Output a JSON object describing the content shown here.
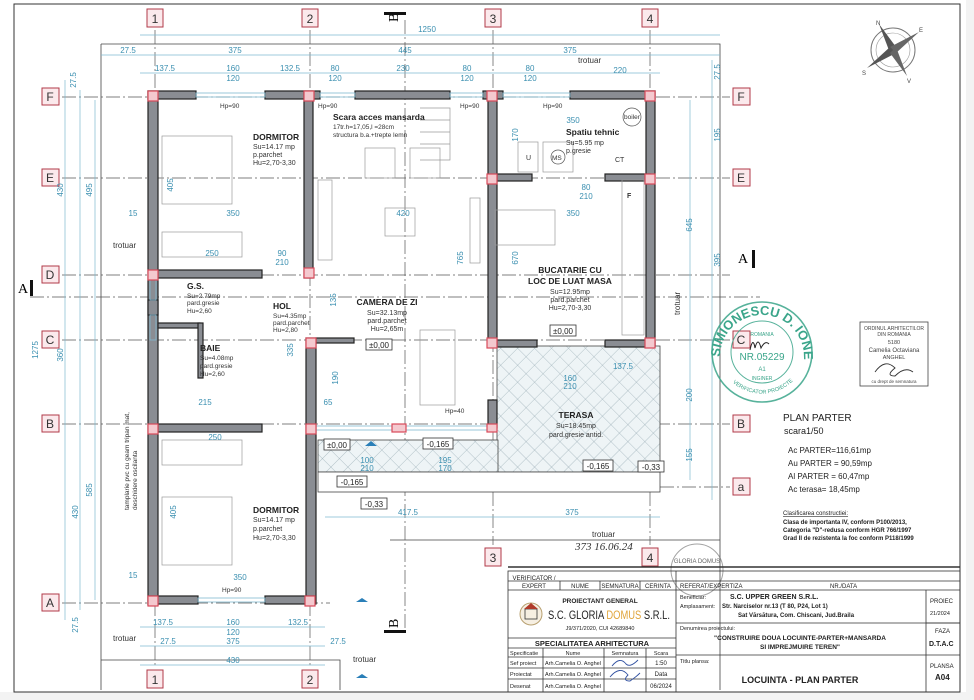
{
  "grid_axes": {
    "vertical": [
      "1",
      "2",
      "3",
      "4"
    ],
    "horizontal": [
      "F",
      "E",
      "D",
      "C",
      "B",
      "a",
      "A"
    ]
  },
  "section_marks": {
    "a": "A",
    "b": "B"
  },
  "rooms": [
    {
      "name": "DORMITOR",
      "l1": "Su=14.17 mp",
      "l2": "p.parchet",
      "l3": "Hu=2,70-3,30"
    },
    {
      "name": "Scara acces mansarda",
      "l1": "17tr.h=17,05,l =28cm",
      "l2": "structura b.a.+trepte lemn",
      "l3": ""
    },
    {
      "name": "Spatiu tehnic",
      "l1": "Su=5.95 mp",
      "l2": "p.gresie",
      "l3": ""
    },
    {
      "name": "BUCATARIE CU",
      "name2": "LOC DE LUAT MASA",
      "l1": "Su=12.95mp",
      "l2": "pard.parchet",
      "l3": "Hu=2,70-3,30"
    },
    {
      "name": "CAMERA DE ZI",
      "l1": "Su=32.13mp",
      "l2": "pard.parchet",
      "l3": "Hu=2,65m"
    },
    {
      "name": "G.S.",
      "l1": "Su=2.79mp",
      "l2": "pard.gresie",
      "l3": "Hu=2,60"
    },
    {
      "name": "HOL",
      "l1": "Su=4.35mp",
      "l2": "pard.parchet",
      "l3": "Hu=2,80"
    },
    {
      "name": "BAIE",
      "l1": "Su=4.08mp",
      "l2": "pard.gresie",
      "l3": "Hu=2,60"
    },
    {
      "name": "TERASA",
      "l1": "Su=18.45mp",
      "l2": "pard.gresie antid.",
      "l3": ""
    },
    {
      "name": "DORMITOR",
      "l1": "Su=14.17 mp",
      "l2": "p.parchet",
      "l3": "Hu=2,70-3,30"
    }
  ],
  "dims": [
    "1250",
    "27.5",
    "375",
    "445",
    "375",
    "137.5",
    "160",
    "120",
    "132.5",
    "80",
    "120",
    "230",
    "80",
    "120",
    "80",
    "120",
    "220",
    "27.5",
    "430",
    "495",
    "1275",
    "360",
    "430",
    "585",
    "27.5",
    "27.5",
    "195",
    "645",
    "395",
    "200",
    "155",
    "350",
    "405",
    "250",
    "90",
    "210",
    "350",
    "405",
    "250",
    "215",
    "420",
    "765",
    "350",
    "350",
    "80",
    "210",
    "170",
    "670",
    "417.5",
    "375",
    "137.5",
    "160",
    "120",
    "132.5",
    "27.5",
    "375",
    "27.5",
    "430",
    "135",
    "335",
    "190",
    "65",
    "100",
    "210",
    "195",
    "170",
    "160",
    "210",
    "137.5",
    "15",
    "15"
  ],
  "levels": [
    "±0,00",
    "±0,00",
    "±0,00",
    "-0,165",
    "-0,165",
    "-0,165",
    "-0,33",
    "-0,33"
  ],
  "labels": {
    "trotuar": "trotuar",
    "hp90": "Hp=90",
    "hp40": "Hp=40",
    "boiler": "boiler",
    "u": "U",
    "ms": "MS",
    "ct": "CT",
    "f": "F"
  },
  "window_note": {
    "line1": "tamplarie pvc cu geam tripan mat,",
    "line2": "deschidere oscilanta"
  },
  "plan_info": {
    "title": "PLAN PARTER",
    "scale": "scara1/50",
    "areas": [
      "Ac PARTER=116,61mp",
      "Au PARTER = 90,59mp",
      "Al PARTER = 60,47mp",
      "Ac terasa= 18,45mp"
    ]
  },
  "classification": {
    "heading": "Clasificarea constructiei:",
    "lines": [
      "Clasa de importanta IV, conform P100/2013,",
      "Categoria \"D\"-redusa conform HGR 766/1997",
      "Grad II de rezistenta la foc conform P118/1999"
    ]
  },
  "title_block": {
    "verificator": "VERIFICATOR /",
    "expert": "EXPERT",
    "nume": "NUME",
    "semnatura": "SEMNATURA",
    "cerinta": "CERINTA",
    "referat": "REFERAT/EXPERTIZA",
    "nr_data": "NR./DATA",
    "proiectant_label": "PROIECTANT GENERAL",
    "company_a": "S.C. GLORIA ",
    "company_b": "DOMUS",
    "company_c": " S.R.L.",
    "company_reg": "J9/371/2020, CUI 42689840",
    "specialitatea": "SPECIALITATEA ARHITECTURA",
    "col_specificatie": "Specificatie",
    "col_nume": "Nume",
    "col_semnatura": "Semnatura",
    "col_scara": "Scara",
    "scale_value": "1:50",
    "data_label": "Data",
    "date_value": "06/2024",
    "roles": [
      {
        "role": "Sef proiect",
        "name": "Arh.Camelia O. Anghel"
      },
      {
        "role": "Proiectat",
        "name": "Arh.Camelia O. Anghel"
      },
      {
        "role": "Desenat",
        "name": "Arh.Camelia O. Anghel"
      }
    ],
    "beneficiar_label": "Beneficiar:",
    "beneficiar": "S.C. UPPER GREEN S.R.L.",
    "amplasament_label": "Amplasament:",
    "amplasament_1": "Str. Narciselor nr.13 (T 80, P24, Lot 1)",
    "amplasament_2": "Sat Vărsătura, Com. Chiscani, Jud.Braila",
    "denumire_label": "Denumirea proiectului:",
    "denumire_1": "\"CONSTRUIRE DOUA LOCUINTE-PARTER+MANSARDA",
    "denumire_2": "SI IMPREJMUIRE TEREN\"",
    "titlu_label": "Titlu plansa:",
    "titlu": "LOCUINTA - PLAN PARTER",
    "proiect_label": "PROIEC",
    "proiect_value": "21/2024",
    "faza_label": "FAZA",
    "faza_value": "D.T.A.C",
    "plansa_label": "PLANSA",
    "plansa_value": "A04"
  },
  "stamps": {
    "round_name": "SIMIONESCU D. IONEL",
    "round_country": "ROMANIA",
    "round_nr": "NR.05229",
    "round_grade": "A1",
    "round_bottom": "VERIFICATOR PROIECTE",
    "round_inginer": "INGINER",
    "rect_1": "ORDINUL ARHITECTILOR",
    "rect_2": "DIN ROMANIA",
    "rect_3": "5180",
    "rect_4": "Camelia Octaviana",
    "rect_5": "ANGHEL",
    "rect_6": "cu drept de semnatura",
    "company_stamp": "GLORIA DOMUS",
    "handwritten": "373 16.06.24"
  },
  "compass": {
    "n": "N",
    "s": "S",
    "e": "E",
    "w": "V"
  },
  "colors": {
    "wall": "#8a8d93",
    "column": "#f4c9cf",
    "dimension": "#3a8fb0",
    "axis_tag": "#b03a48",
    "stamp": "#3aa58a"
  }
}
